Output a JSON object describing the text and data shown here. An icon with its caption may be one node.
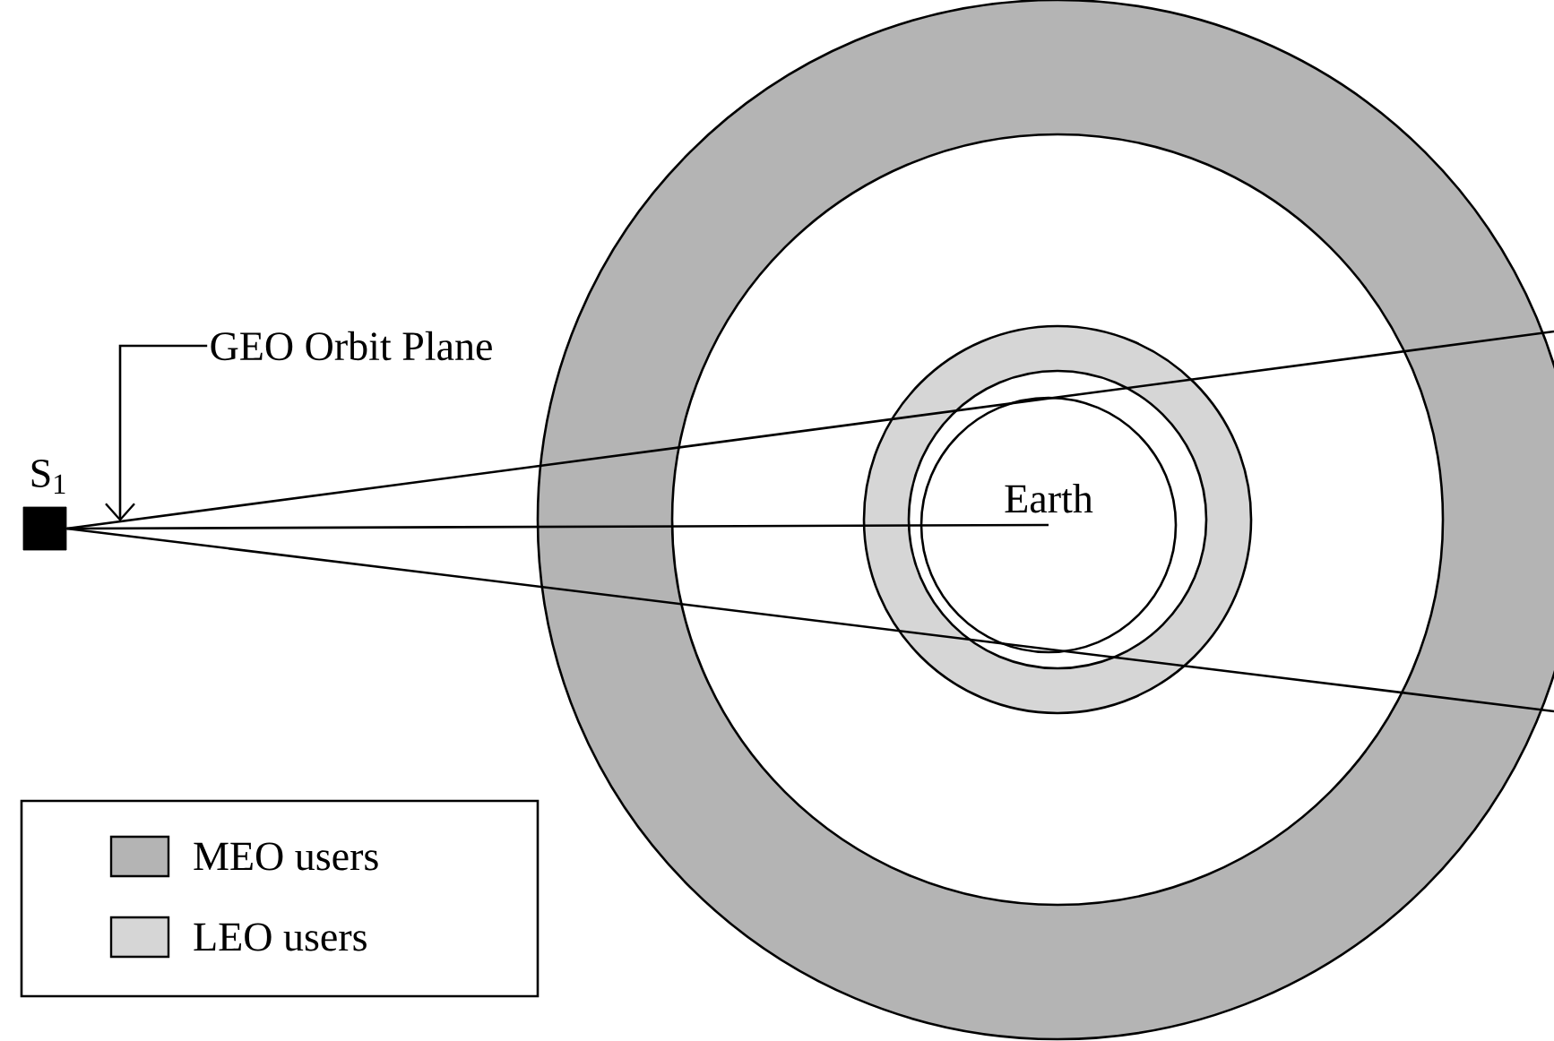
{
  "diagram": {
    "nodes": [
      {
        "text": [],
        "shape": "box",
        "beside": [
          "S$_{1}$"
        ]
      },
      {
        "text": [
          "Earth"
        ]
      },
      {
        "text": [
          "GEO Orbit Plane"
        ]
      }
    ],
    "edges": [
      {
        "from": 0,
        "to": 1,
        "arrow": "none"
      },
      {
        "from": 0,
        "to": null,
        "arrow": "none"
      },
      {
        "from": 0,
        "to": null,
        "arrow": "none"
      },
      {
        "from": 2,
        "to": null,
        "arrow": "to"
      }
    ],
    "legend": [
      {
        "text": "MEO users",
        "color": "#b4b4b4"
      },
      {
        "text": "LEO users",
        "color": "#d6d6d6"
      }
    ]
  }
}
